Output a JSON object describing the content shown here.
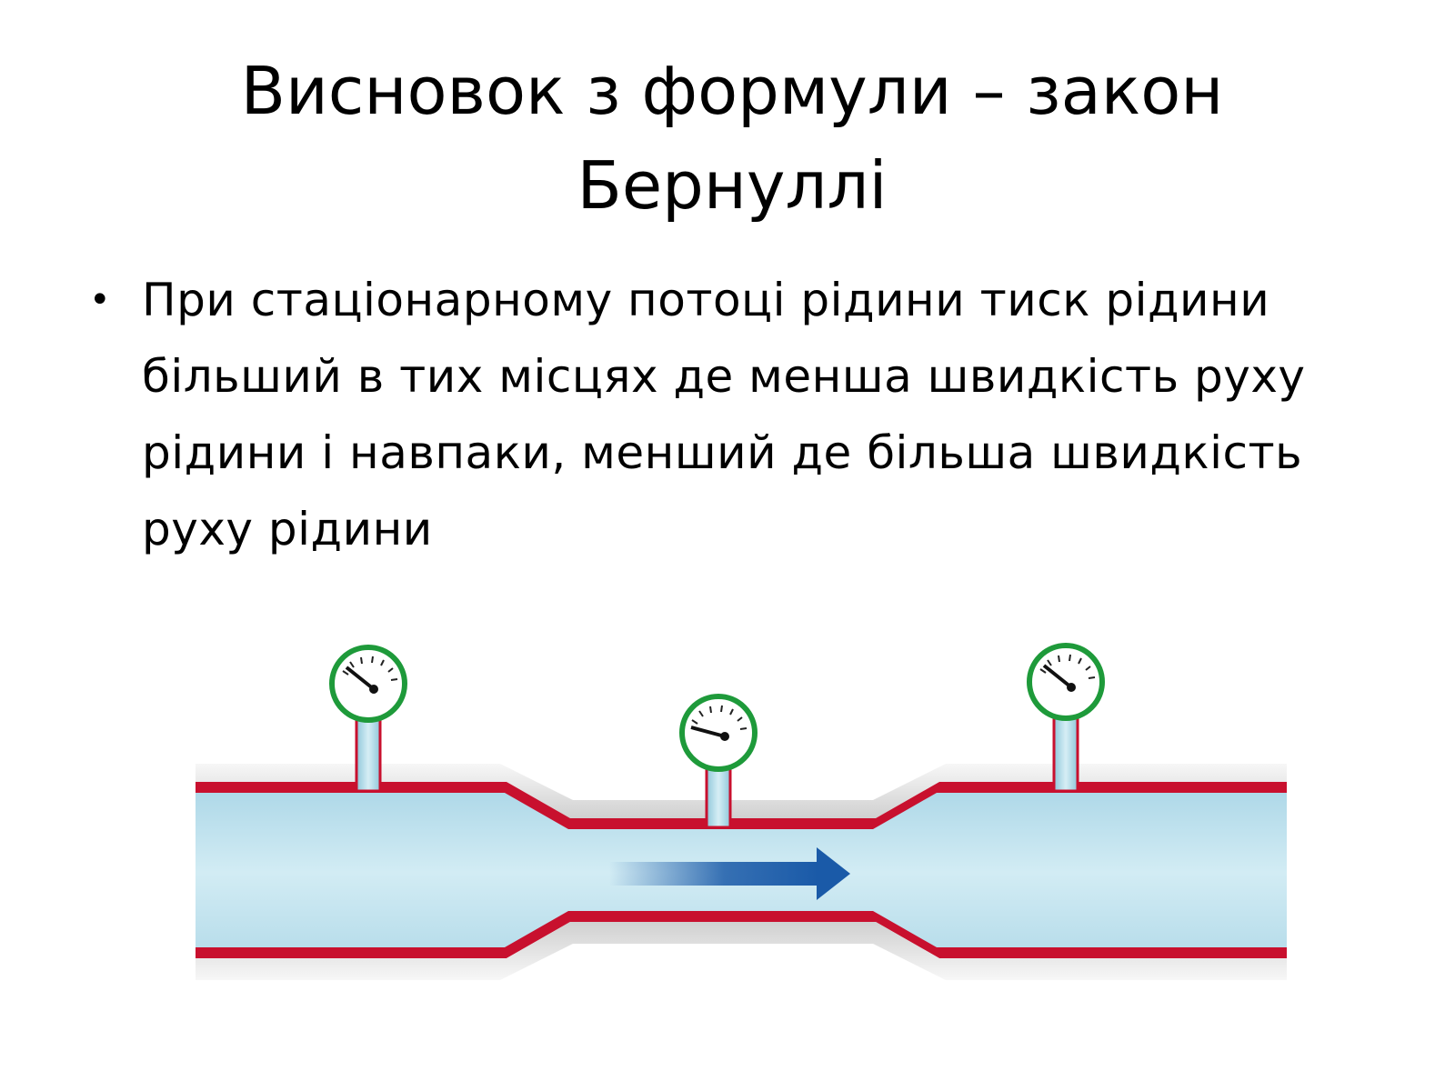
{
  "slide": {
    "title": "Висновок з формули – закон Бернуллі",
    "bullets": [
      "При стаціонарному потоці рідини тиск рідини більший в тих місцях де менша швидкість руху рідини і навпаки, менший де більша швидкість руху рідини"
    ]
  },
  "diagram": {
    "colors": {
      "fluid": "#bfe3ee",
      "pipe_wall": "#e8e8e8",
      "pipe_lining": "#c8102e",
      "gauge_ring": "#1e9a3a",
      "arrow": "#1a5aa8"
    },
    "gauges": [
      {
        "name": "left-gauge",
        "position": "wide-section-left",
        "reading": "high"
      },
      {
        "name": "middle-gauge",
        "position": "narrow-section",
        "reading": "low"
      },
      {
        "name": "right-gauge",
        "position": "wide-section-right",
        "reading": "high"
      }
    ],
    "flow_direction": "right"
  }
}
